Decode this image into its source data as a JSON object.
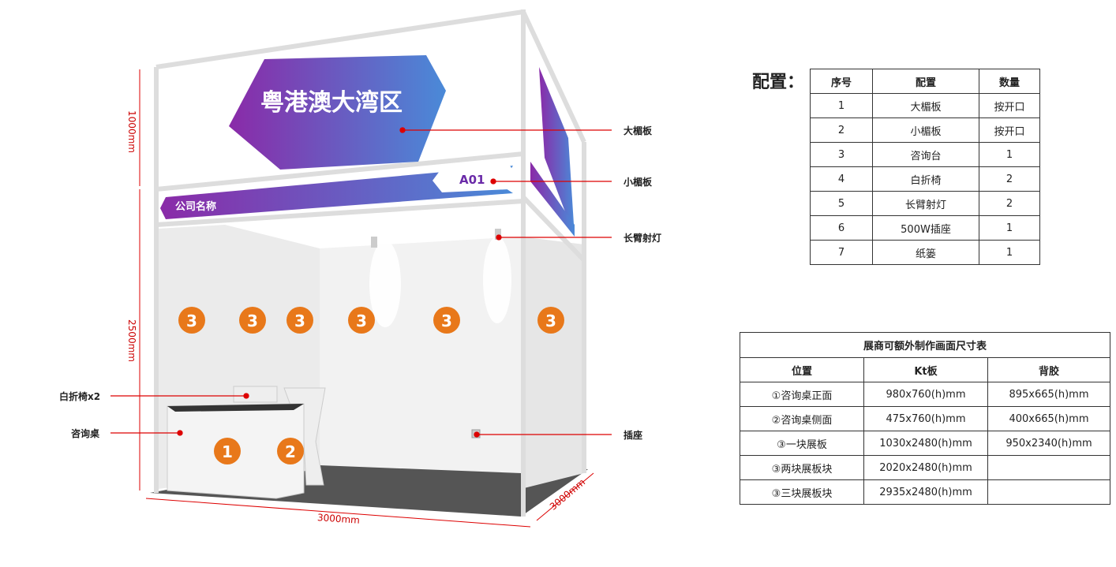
{
  "booth": {
    "header_slogan": "粤港澳大湾区",
    "company_name": "公司名称",
    "booth_number": "A01",
    "markers": [
      "3",
      "3",
      "3",
      "3",
      "3",
      "3",
      "1",
      "2"
    ],
    "marker_color": "#E8781A",
    "callouts": {
      "big_fascia": "大楣板",
      "small_fascia": "小楣板",
      "spotlight": "长臂射灯",
      "socket": "插座",
      "chairs": "白折椅x2",
      "desk": "咨询桌"
    },
    "dimensions": {
      "fascia_height": "1000mm",
      "wall_height": "2500mm",
      "width": "3000mm",
      "depth": "3000mm"
    }
  },
  "config": {
    "title": "配置：",
    "headers": [
      "序号",
      "配置",
      "数量"
    ],
    "rows": [
      [
        "1",
        "大楣板",
        "按开口"
      ],
      [
        "2",
        "小楣板",
        "按开口"
      ],
      [
        "3",
        "咨询台",
        "1"
      ],
      [
        "4",
        "白折椅",
        "2"
      ],
      [
        "5",
        "长臂射灯",
        "2"
      ],
      [
        "6",
        "500W插座",
        "1"
      ],
      [
        "7",
        "纸篓",
        "1"
      ]
    ]
  },
  "sizes": {
    "title": "展商可额外制作画面尺寸表",
    "headers": [
      "位置",
      "Kt板",
      "背胶"
    ],
    "rows": [
      [
        "①咨询桌正面",
        "980x760(h)mm",
        "895x665(h)mm"
      ],
      [
        "②咨询桌侧面",
        "475x760(h)mm",
        "400x665(h)mm"
      ],
      [
        "③一块展板",
        "1030x2480(h)mm",
        "950x2340(h)mm"
      ],
      [
        "③两块展板块",
        "2020x2480(h)mm",
        ""
      ],
      [
        "③三块展板块",
        "2935x2480(h)mm",
        ""
      ]
    ]
  }
}
